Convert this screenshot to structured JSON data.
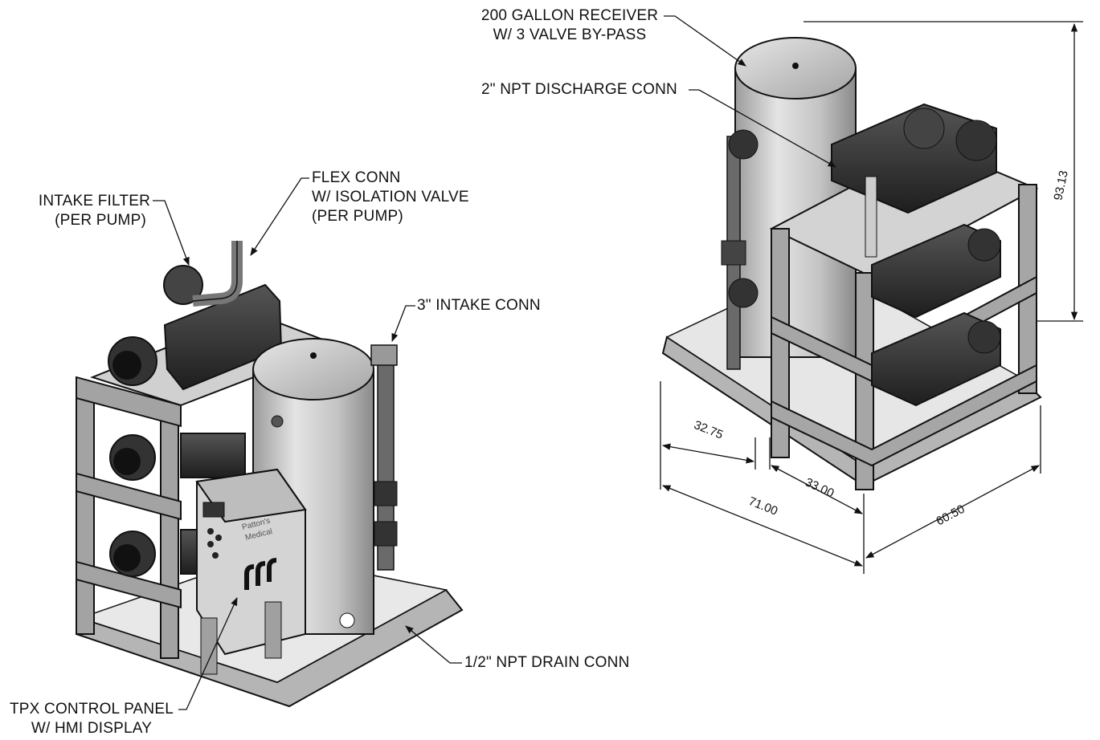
{
  "callouts": {
    "intake_filter": [
      "INTAKE FILTER",
      "(PER PUMP)"
    ],
    "flex_conn": [
      "FLEX CONN",
      "W/ ISOLATION VALVE",
      "(PER PUMP)"
    ],
    "intake_conn": [
      "3\" INTAKE CONN"
    ],
    "drain_conn": [
      "1/2\" NPT DRAIN CONN"
    ],
    "control_panel": [
      "TPX CONTROL PANEL",
      "W/ HMI DISPLAY"
    ],
    "receiver": [
      "200 GALLON RECEIVER",
      "W/ 3 VALVE BY-PASS"
    ],
    "discharge_conn": [
      "2\" NPT DISCHARGE CONN"
    ]
  },
  "dimensions": {
    "height": "93.13",
    "depth_front": "32.75",
    "depth_rear": "33.00",
    "overall_length": "71.00",
    "width": "60.50"
  },
  "panel_brand": [
    "Patton's",
    "Medical"
  ],
  "colors": {
    "line": "#111111",
    "frame": "#9a9a9a",
    "tank": "#c8c8c8",
    "pump": "#2a2a2a"
  }
}
